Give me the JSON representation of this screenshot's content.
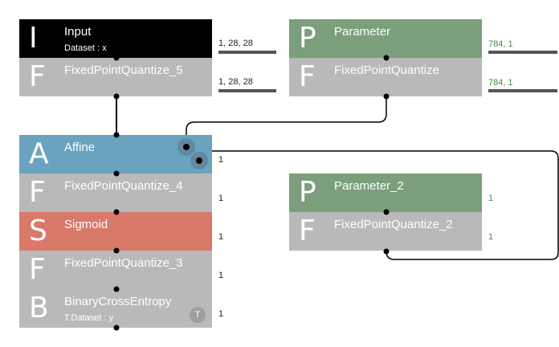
{
  "colors": {
    "input": "#000000",
    "function": "#b9b9b9",
    "parameter": "#7b9e7b",
    "affine": "#6aa3c0",
    "sigmoid": "#d9796a"
  },
  "nodes": {
    "input": {
      "letter": "I",
      "name": "Input",
      "sub": "Dataset : x"
    },
    "fpq5": {
      "letter": "F",
      "name": "FixedPointQuantize_5"
    },
    "parameter": {
      "letter": "P",
      "name": "Parameter"
    },
    "fpq": {
      "letter": "F",
      "name": "FixedPointQuantize"
    },
    "affine": {
      "letter": "A",
      "name": "Affine"
    },
    "fpq4": {
      "letter": "F",
      "name": "FixedPointQuantize_4"
    },
    "sigmoid": {
      "letter": "S",
      "name": "Sigmoid"
    },
    "fpq3": {
      "letter": "F",
      "name": "FixedPointQuantize_3"
    },
    "bce": {
      "letter": "B",
      "name": "BinaryCrossEntropy",
      "sub": "T.Dataset : y",
      "badge": "T"
    },
    "parameter2": {
      "letter": "P",
      "name": "Parameter_2"
    },
    "fpq2": {
      "letter": "F",
      "name": "FixedPointQuantize_2"
    }
  },
  "shapes": {
    "input": "1, 28, 28",
    "fpq5": "1, 28, 28",
    "parameter": "784, 1",
    "fpq": "784, 1",
    "affine": "1",
    "fpq4": "1",
    "sigmoid": "1",
    "fpq3": "1",
    "bce": "1",
    "parameter2": "1",
    "fpq2": "1"
  }
}
